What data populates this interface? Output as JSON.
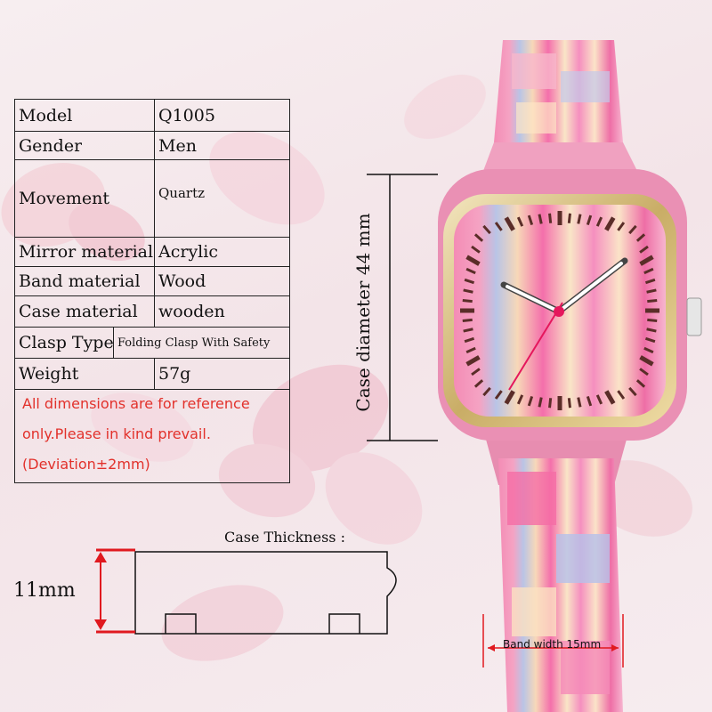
{
  "specs": [
    {
      "label": "Model",
      "value": "Q1005"
    },
    {
      "label": "Gender",
      "value": "Men"
    },
    {
      "label": "Movement",
      "value": "Quartz"
    },
    {
      "label": "Mirror material",
      "value": "Acrylic"
    },
    {
      "label": "Band material",
      "value": "Wood"
    },
    {
      "label": "Case material",
      "value": "wooden"
    },
    {
      "label": "Clasp Type",
      "value": "Folding Clasp With Safety"
    },
    {
      "label": "Weight",
      "value": "57g"
    }
  ],
  "note": {
    "line1": "All dimensions are for reference",
    "line2": "only.Please in kind prevail.",
    "line3": "(Deviation±2mm)"
  },
  "dimensions": {
    "case_diameter": "Case diameter 44 mm",
    "case_thickness_title": "Case Thickness :",
    "case_thickness_value": "11mm",
    "band_width": "Band width 15mm"
  },
  "colors": {
    "note_red": "#e2312b",
    "dimension_red": "#e0191f",
    "case_gold": "#d4bd7a",
    "hand_red": "#e5175c"
  }
}
